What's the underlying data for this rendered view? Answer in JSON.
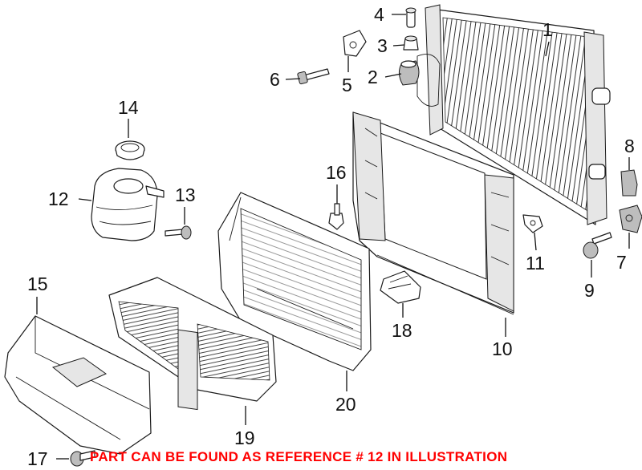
{
  "callouts": [
    {
      "id": "1",
      "label": "1"
    },
    {
      "id": "2",
      "label": "2"
    },
    {
      "id": "3",
      "label": "3"
    },
    {
      "id": "4",
      "label": "4"
    },
    {
      "id": "5",
      "label": "5"
    },
    {
      "id": "6",
      "label": "6"
    },
    {
      "id": "7",
      "label": "7"
    },
    {
      "id": "8",
      "label": "8"
    },
    {
      "id": "9",
      "label": "9"
    },
    {
      "id": "10",
      "label": "10"
    },
    {
      "id": "11",
      "label": "11"
    },
    {
      "id": "12",
      "label": "12"
    },
    {
      "id": "13",
      "label": "13"
    },
    {
      "id": "14",
      "label": "14"
    },
    {
      "id": "15",
      "label": "15"
    },
    {
      "id": "16",
      "label": "16"
    },
    {
      "id": "17",
      "label": "17"
    },
    {
      "id": "18",
      "label": "18"
    },
    {
      "id": "19",
      "label": "19"
    },
    {
      "id": "20",
      "label": "20"
    }
  ],
  "notice": "PART CAN BE FOUND AS REFERENCE # 12 IN ILLUSTRATION",
  "colors": {
    "notice": "#ff0000",
    "lines": "#111111",
    "background": "#ffffff"
  }
}
